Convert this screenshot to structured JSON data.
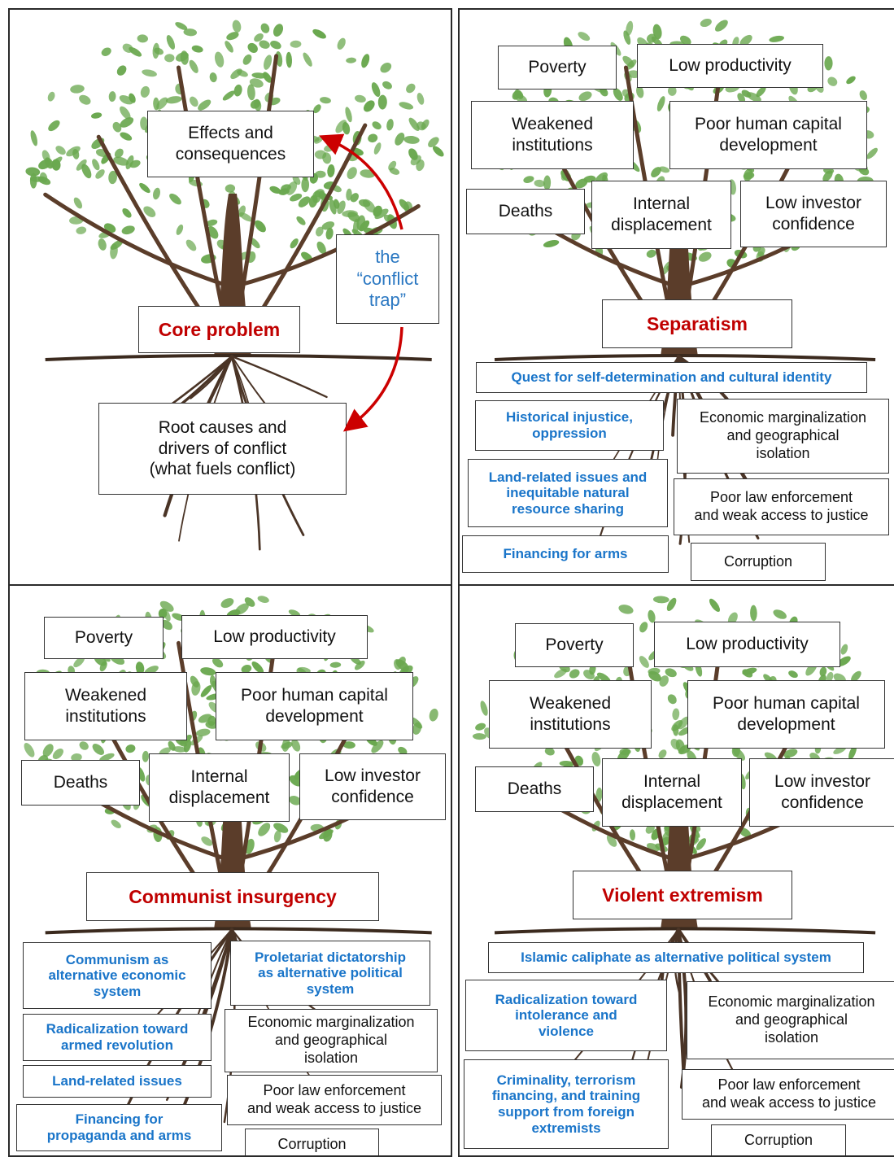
{
  "colors": {
    "core_red": "#c00000",
    "driver_blue": "#1a75c9",
    "leaf_green": "#6aa84f",
    "trunk_brown": "#5b3d2a",
    "arrow_red": "#cc0000"
  },
  "panels": {
    "legend": {
      "effects": "Effects and\nconsequences",
      "trap": "the\n“conflict\ntrap”",
      "core": "Core problem",
      "roots": "Root causes and\ndrivers of conflict\n(what fuels conflict)"
    },
    "separatism": {
      "effects": [
        "Poverty",
        "Low productivity",
        "Weakened\ninstitutions",
        "Poor human capital\ndevelopment",
        "Deaths",
        "Internal\ndisplacement",
        "Low investor\nconfidence"
      ],
      "core": "Separatism",
      "drivers_blue": [
        "Quest for self-determination and cultural identity",
        "Historical injustice,\noppression",
        "Land-related issues and\ninequitable natural\nresource sharing",
        "Financing for arms"
      ],
      "drivers_black": [
        "Economic marginalization\nand geographical\nisolation",
        "Poor law enforcement\nand weak access to justice",
        "Corruption"
      ]
    },
    "communist": {
      "effects": [
        "Poverty",
        "Low productivity",
        "Weakened\ninstitutions",
        "Poor human capital\ndevelopment",
        "Deaths",
        "Internal\ndisplacement",
        "Low investor\nconfidence"
      ],
      "core": "Communist insurgency",
      "drivers_blue": [
        "Communism as\nalternative economic\nsystem",
        "Proletariat dictatorship\nas alternative political\nsystem",
        "Radicalization toward\narmed revolution",
        "Land-related issues",
        "Financing for\npropaganda and arms"
      ],
      "drivers_black": [
        "Economic marginalization\nand geographical\nisolation",
        "Poor law enforcement\nand weak access to justice",
        "Corruption"
      ]
    },
    "extremism": {
      "effects": [
        "Poverty",
        "Low productivity",
        "Weakened\ninstitutions",
        "Poor human capital\ndevelopment",
        "Deaths",
        "Internal\ndisplacement",
        "Low investor\nconfidence"
      ],
      "core": "Violent extremism",
      "drivers_blue": [
        "Islamic caliphate as alternative political system",
        "Radicalization toward\nintolerance and\nviolence",
        "Criminality, terrorism\nfinancing, and training\nsupport from foreign\nextremists"
      ],
      "drivers_black": [
        "Economic marginalization\nand geographical\nisolation",
        "Poor law enforcement\nand weak access to justice",
        "Corruption"
      ]
    }
  }
}
